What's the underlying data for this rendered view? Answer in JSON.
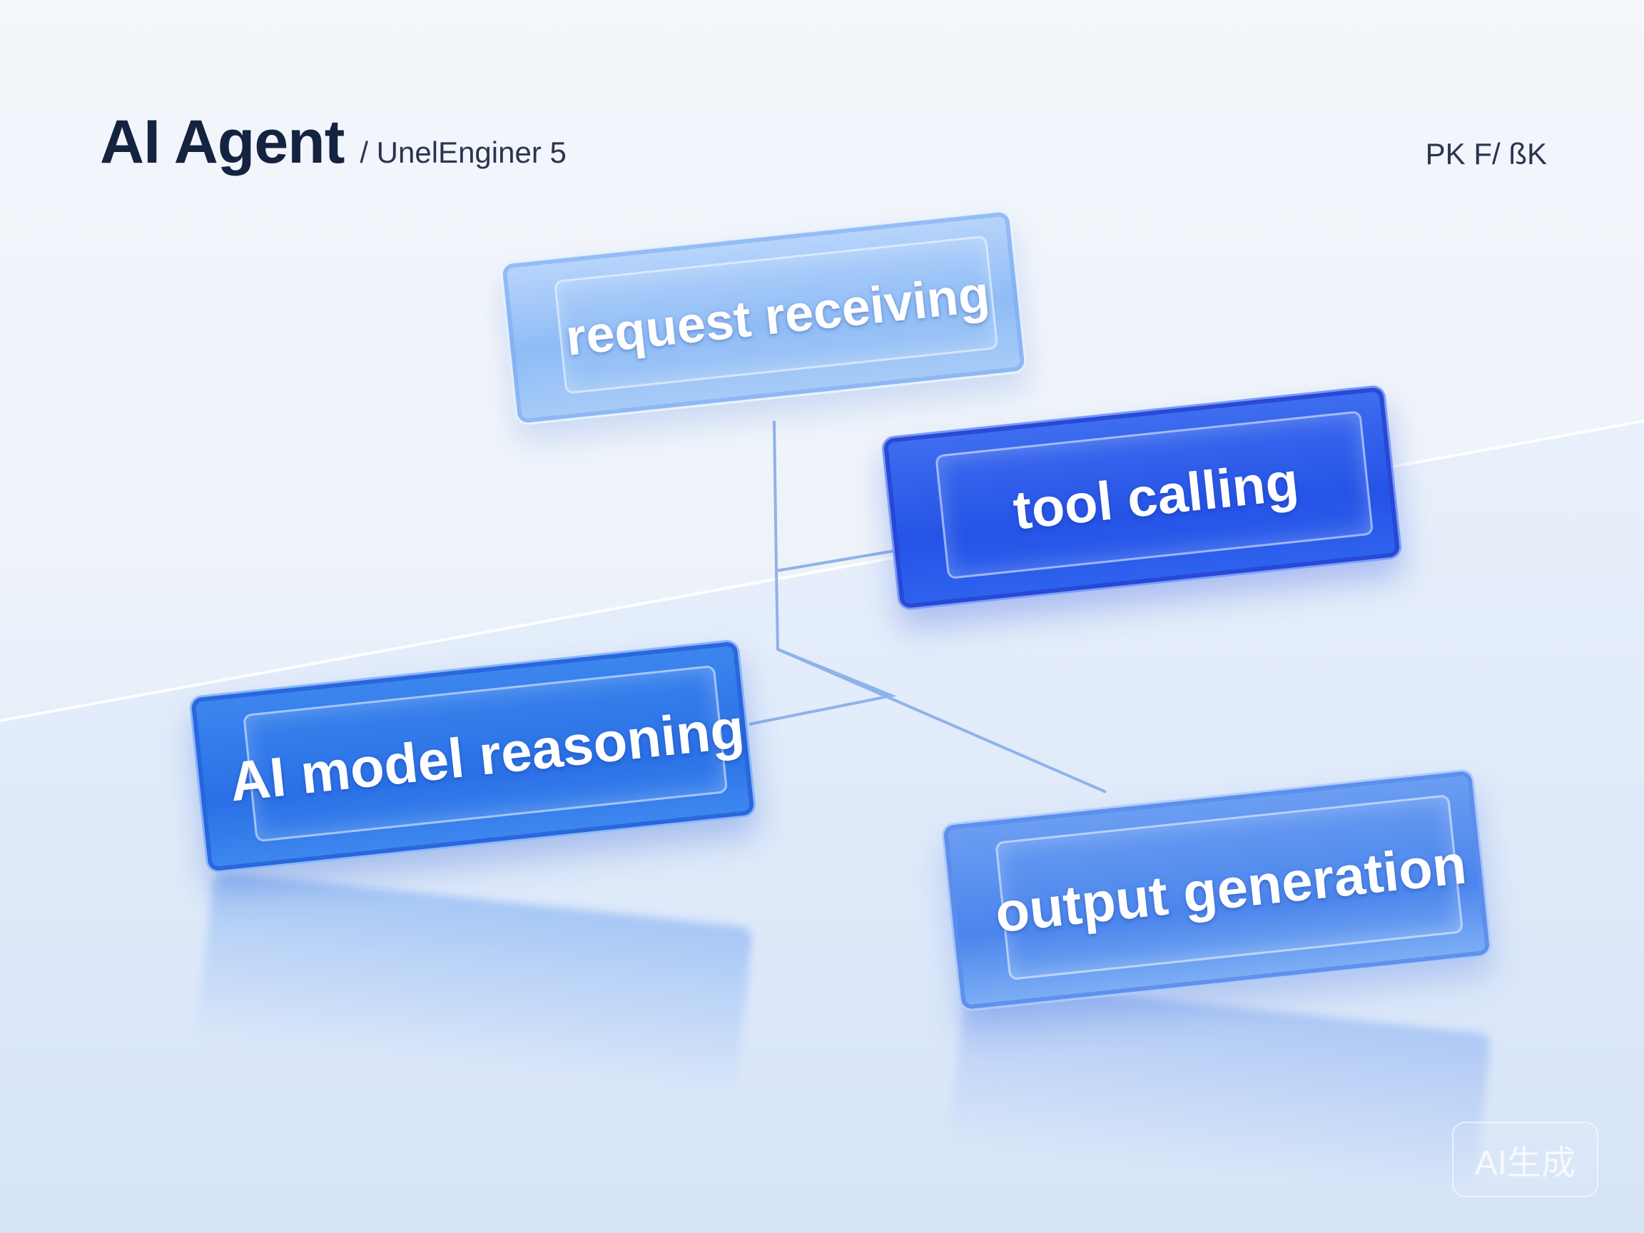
{
  "header": {
    "title": "AI Agent",
    "subtitle": "/ UnelEnginer 5",
    "right_text": "PK F/ ßK"
  },
  "diagram": {
    "nodes": [
      {
        "id": "request",
        "label": "request receiving"
      },
      {
        "id": "tool",
        "label": "tool calling"
      },
      {
        "id": "reasoning",
        "label": "AI model reasoning"
      },
      {
        "id": "output",
        "label": "output generation"
      }
    ],
    "edges": [
      {
        "from": "request",
        "to": "tool"
      },
      {
        "from": "request",
        "to": "reasoning"
      },
      {
        "from": "request",
        "to": "output"
      }
    ]
  },
  "watermark": "AI生成",
  "colors": {
    "title": "#14233f",
    "node_light": "#8fbcf6",
    "node_dark": "#2553e6",
    "node_mid": "#2a70e6",
    "node_soft": "#4b85ec",
    "connector": "#8fb2ea"
  }
}
